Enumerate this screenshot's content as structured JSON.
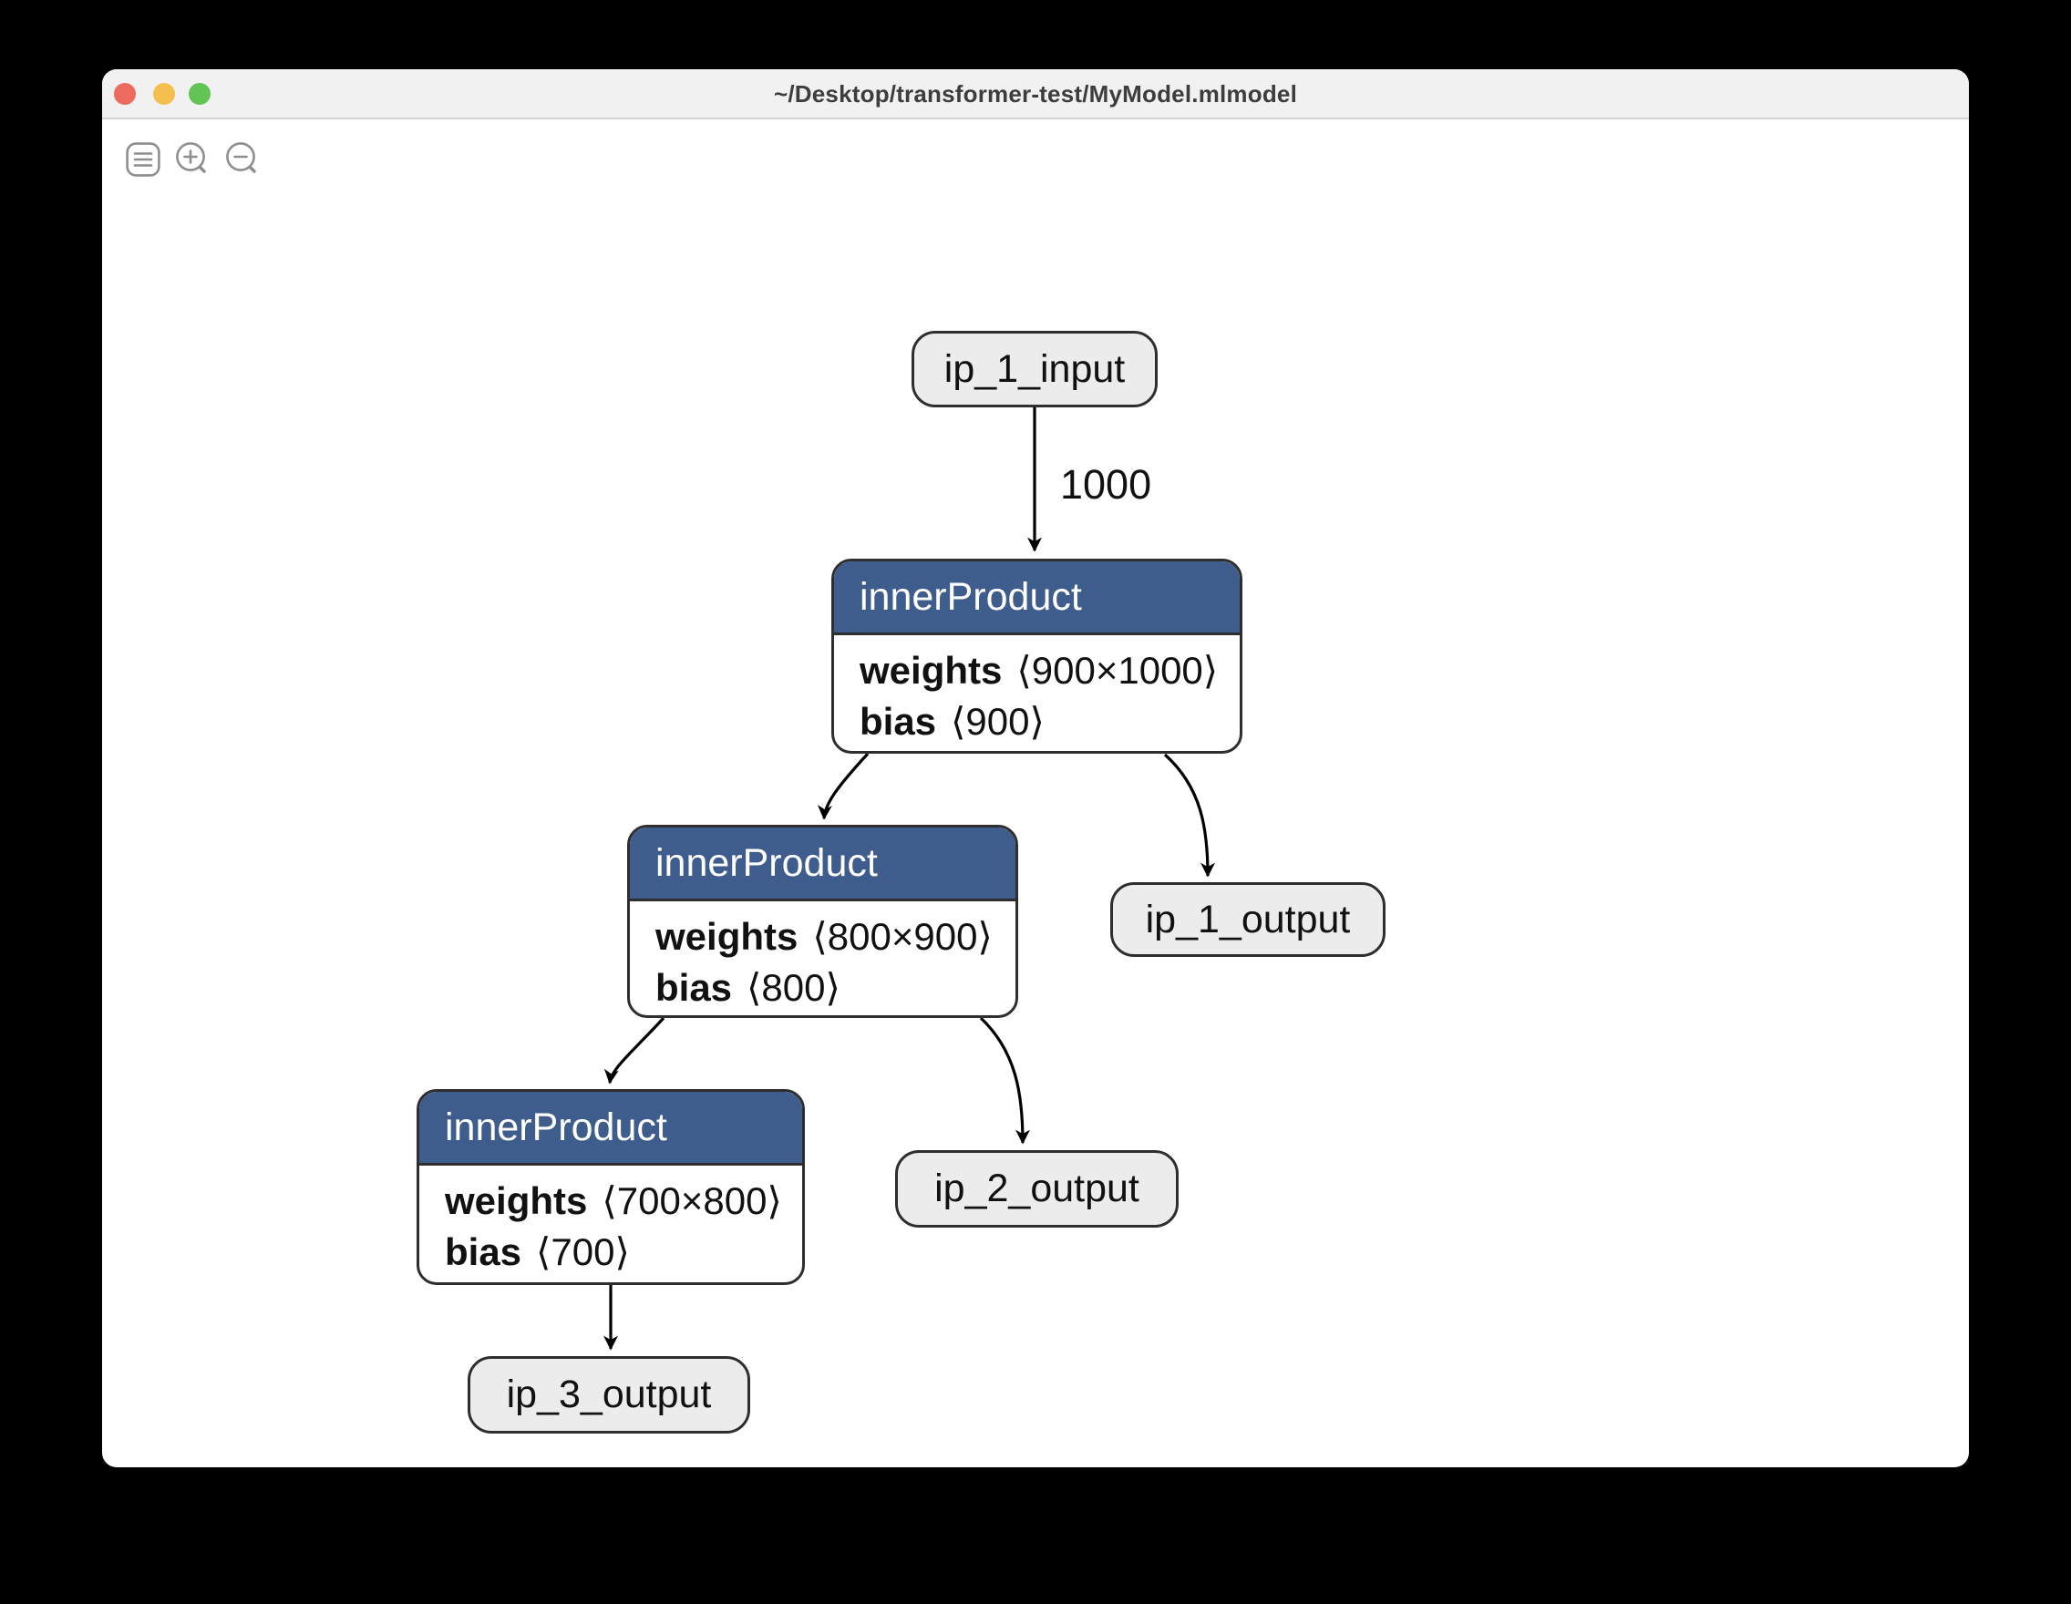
{
  "window": {
    "title": "~/Desktop/transformer-test/MyModel.mlmodel",
    "traffic_lights": {
      "close": "close-button",
      "minimize": "minimize-button",
      "zoom": "fullscreen-button"
    },
    "toolbar": {
      "menu_icon": "sidebar-menu",
      "zoom_in_icon": "zoom-in",
      "zoom_out_icon": "zoom-out"
    }
  },
  "graph": {
    "nodes": [
      {
        "id": "ip_1_input",
        "kind": "io",
        "label": "ip_1_input"
      },
      {
        "id": "innerProduct_1",
        "kind": "layer",
        "title": "innerProduct",
        "attrs": [
          {
            "name": "weights",
            "value": "⟨900×1000⟩"
          },
          {
            "name": "bias",
            "value": "⟨900⟩"
          }
        ]
      },
      {
        "id": "ip_1_output",
        "kind": "io",
        "label": "ip_1_output"
      },
      {
        "id": "innerProduct_2",
        "kind": "layer",
        "title": "innerProduct",
        "attrs": [
          {
            "name": "weights",
            "value": "⟨800×900⟩"
          },
          {
            "name": "bias",
            "value": "⟨800⟩"
          }
        ]
      },
      {
        "id": "ip_2_output",
        "kind": "io",
        "label": "ip_2_output"
      },
      {
        "id": "innerProduct_3",
        "kind": "layer",
        "title": "innerProduct",
        "attrs": [
          {
            "name": "weights",
            "value": "⟨700×800⟩"
          },
          {
            "name": "bias",
            "value": "⟨700⟩"
          }
        ]
      },
      {
        "id": "ip_3_output",
        "kind": "io",
        "label": "ip_3_output"
      }
    ],
    "edges": [
      {
        "from": "ip_1_input",
        "to": "innerProduct_1",
        "label": "1000"
      },
      {
        "from": "innerProduct_1",
        "to": "innerProduct_2"
      },
      {
        "from": "innerProduct_1",
        "to": "ip_1_output"
      },
      {
        "from": "innerProduct_2",
        "to": "innerProduct_3"
      },
      {
        "from": "innerProduct_2",
        "to": "ip_2_output"
      },
      {
        "from": "innerProduct_3",
        "to": "ip_3_output"
      }
    ]
  },
  "colors": {
    "page_bg": "#000000",
    "window_bg": "#ffffff",
    "titlebar_bg": "#f1f1f2",
    "title_color": "#3d3d3d",
    "icon_color": "#8e8e8e",
    "light_red": "#ed6a5e",
    "light_yellow": "#f5bf4f",
    "light_green": "#61c454",
    "layer_header_bg": "#3e5c8c",
    "io_fill": "#ececec",
    "node_border": "#2e2e2e",
    "edge_color": "#000000"
  }
}
